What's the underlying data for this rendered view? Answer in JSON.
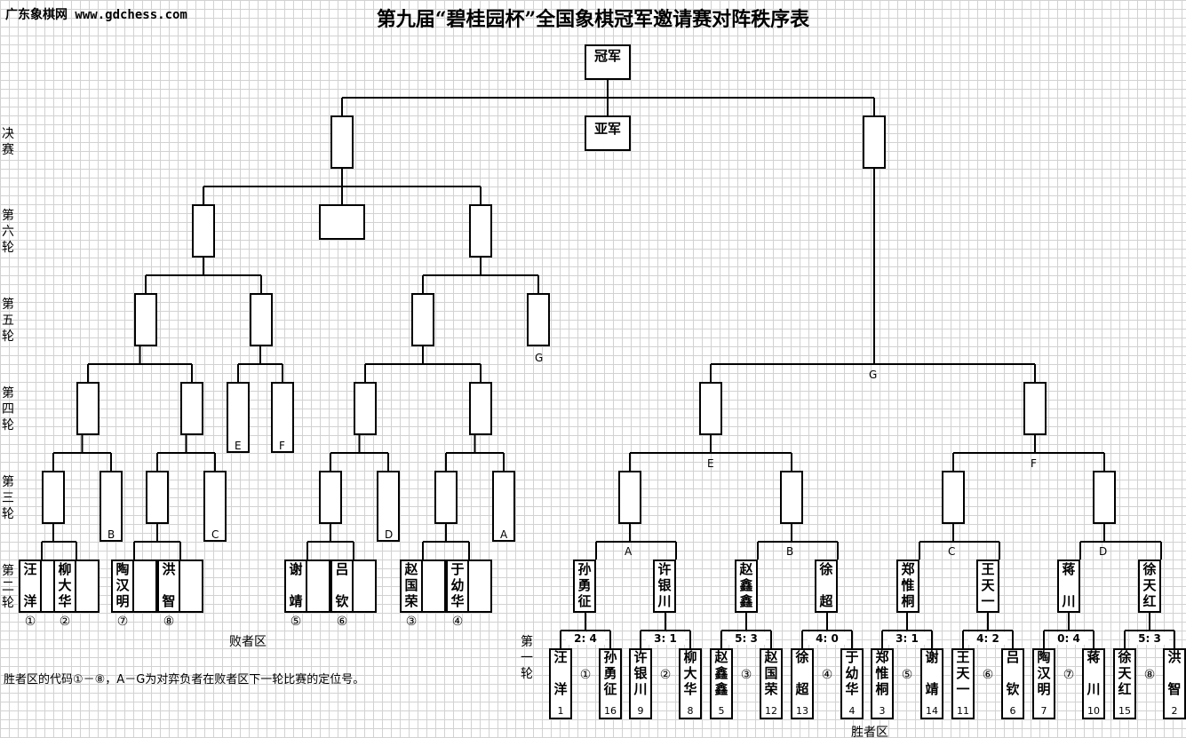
{
  "header": {
    "site": "广东象棋网 www.gdchess.com",
    "title": "第九届“碧桂园杯”全国象棋冠军邀请赛对阵秩序表"
  },
  "labels": {
    "champion": "冠军",
    "runner_up": "亚军",
    "loser_zone": "败者区",
    "winner_zone": "胜者区",
    "note": "胜者区的代码①－⑧，A－G为对弈负者在败者区下一轮比赛的定位号。"
  },
  "round_labels": {
    "final": "决赛",
    "r6": "第六轮",
    "r5": "第五轮",
    "r4": "第四轮",
    "r3": "第三轮",
    "r2": "第二轮",
    "r1": "第一轮"
  },
  "codes": {
    "A": "A",
    "B": "B",
    "C": "C",
    "D": "D",
    "E": "E",
    "F": "F",
    "G": "G"
  },
  "round1": [
    {
      "seed": "①",
      "score": "2: 4",
      "players": [
        {
          "name": "汪洋",
          "no": "1"
        },
        {
          "name": "孙勇征",
          "no": "16"
        }
      ]
    },
    {
      "seed": "②",
      "score": "3: 1",
      "players": [
        {
          "name": "许银川",
          "no": "9"
        },
        {
          "name": "柳大华",
          "no": "8"
        }
      ]
    },
    {
      "seed": "③",
      "score": "5: 3",
      "players": [
        {
          "name": "赵鑫鑫",
          "no": "5"
        },
        {
          "name": "赵国荣",
          "no": "12"
        }
      ]
    },
    {
      "seed": "④",
      "score": "4: 0",
      "players": [
        {
          "name": "徐超",
          "no": "13"
        },
        {
          "name": "于幼华",
          "no": "4"
        }
      ]
    },
    {
      "seed": "⑤",
      "score": "3: 1",
      "players": [
        {
          "name": "郑惟桐",
          "no": "3"
        },
        {
          "name": "谢靖",
          "no": "14"
        }
      ]
    },
    {
      "seed": "⑥",
      "score": "4: 2",
      "players": [
        {
          "name": "王天一",
          "no": "11"
        },
        {
          "name": "吕钦",
          "no": "6"
        }
      ]
    },
    {
      "seed": "⑦",
      "score": "0: 4",
      "players": [
        {
          "name": "陶汉明",
          "no": "7"
        },
        {
          "name": "蒋川",
          "no": "10"
        }
      ]
    },
    {
      "seed": "⑧",
      "score": "5: 3",
      "players": [
        {
          "name": "徐天红",
          "no": "15"
        },
        {
          "name": "洪智",
          "no": "2"
        }
      ]
    }
  ],
  "winner_r2": [
    {
      "name": "孙勇征"
    },
    {
      "name": "许银川"
    },
    {
      "name": "赵鑫鑫"
    },
    {
      "name": "徐超"
    },
    {
      "name": "郑惟桐"
    },
    {
      "name": "王天一"
    },
    {
      "name": "蒋川"
    },
    {
      "name": "徐天红"
    }
  ],
  "loser_r2": [
    {
      "name": "汪洋",
      "seed": "①"
    },
    {
      "name": "柳大华",
      "seed": "②"
    },
    {
      "name": "陶汉明",
      "seed": "⑦"
    },
    {
      "name": "洪智",
      "seed": "⑧"
    },
    {
      "name": "谢靖",
      "seed": "⑤"
    },
    {
      "name": "吕钦",
      "seed": "⑥"
    },
    {
      "name": "赵国荣",
      "seed": "③"
    },
    {
      "name": "于幼华",
      "seed": "④"
    }
  ]
}
